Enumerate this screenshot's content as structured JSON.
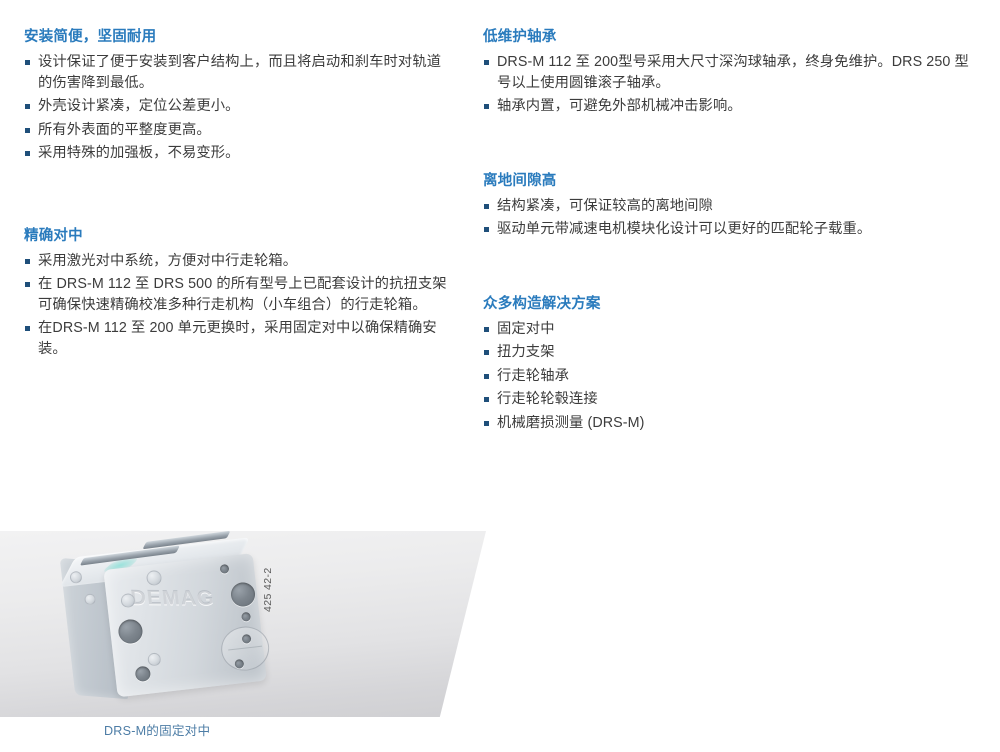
{
  "colors": {
    "heading_blue": "#2a7bbd",
    "bullet_navy": "#1f4f7a",
    "body_text": "#3c3c3c",
    "caption_blue": "#4d7da6"
  },
  "left_column": {
    "sections": [
      {
        "heading": "安装简便，坚固耐用",
        "bullets": [
          "设计保证了便于安装到客户结构上，而且将启动和刹车时对轨道的伤害降到最低。",
          "外壳设计紧凑，定位公差更小。",
          "所有外表面的平整度更高。",
          "采用特殊的加强板，不易变形。"
        ]
      },
      {
        "heading": "精确对中",
        "bullets": [
          "采用激光对中系统，方便对中行走轮箱。",
          "在 DRS-M 112 至 DRS 500 的所有型号上已配套设计的抗扭支架可确保快速精确校准多种行走机构（小车组合）的行走轮箱。",
          "在DRS-M 112 至 200 单元更换时，采用固定对中以确保精确安装。"
        ]
      }
    ]
  },
  "right_column": {
    "sections": [
      {
        "heading": "低维护轴承",
        "bullets": [
          "DRS-M 112 至 200型号采用大尺寸深沟球轴承，终身免维护。DRS 250 型号以上使用圆锥滚子轴承。",
          "轴承内置，可避免外部机械冲击影响。"
        ]
      },
      {
        "heading": "离地间隙高",
        "bullets": [
          "结构紧凑，可保证较高的离地间隙",
          "驱动单元带减速电机模块化设计可以更好的匹配轮子载重。"
        ]
      },
      {
        "heading": "众多构造解决方案",
        "bullets": [
          "固定对中",
          "扭力支架",
          "行走轮轴承",
          "行走轮轮毂连接",
          "机械磨损测量 (DRS-M)"
        ]
      }
    ]
  },
  "figure": {
    "image_code": "425 42-2",
    "caption": "DRS-M的固定对中",
    "product_emboss": "DEMAG"
  }
}
